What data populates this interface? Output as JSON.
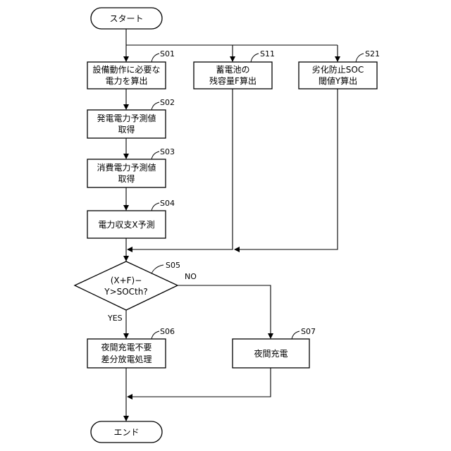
{
  "start": {
    "text": "スタート"
  },
  "end": {
    "text": "エンド"
  },
  "steps": {
    "s01": {
      "label": "S01",
      "line1": "設備動作に必要な",
      "line2": "電力を算出"
    },
    "s02": {
      "label": "S02",
      "line1": "発電電力予測値",
      "line2": "取得"
    },
    "s03": {
      "label": "S03",
      "line1": "消費電力予測値",
      "line2": "取得"
    },
    "s04": {
      "label": "S04",
      "line1": "電力収支X予測"
    },
    "s05": {
      "label": "S05",
      "line1": "(X+F)−",
      "line2": "Y>SOCth?",
      "yes": "YES",
      "no": "NO"
    },
    "s06": {
      "label": "S06",
      "line1": "夜間充電不要",
      "line2": "差分放電処理"
    },
    "s07": {
      "label": "S07",
      "line1": "夜間充電"
    },
    "s11": {
      "label": "S11",
      "line1": "蓄電池の",
      "line2": "残容量F算出"
    },
    "s21": {
      "label": "S21",
      "line1": "劣化防止SOC",
      "line2": "閾値Y算出"
    }
  }
}
